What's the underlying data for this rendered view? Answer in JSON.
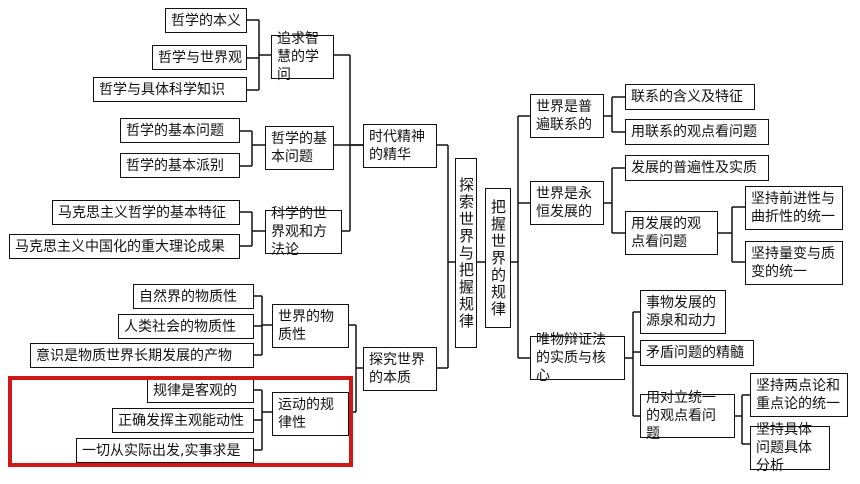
{
  "diagram": {
    "center_left": "探索世界与把握规律",
    "center_right": "把握世界的规律",
    "left_branches": [
      {
        "label": "时代精神的精华",
        "children": [
          {
            "label": "追求智慧的学问",
            "leaves": [
              "哲学的本义",
              "哲学与世界观",
              "哲学与具体科学知识"
            ]
          },
          {
            "label": "哲学的基本问题",
            "leaves": [
              "哲学的基本问题",
              "哲学的基本派别"
            ]
          },
          {
            "label": "科学的世界观和方法论",
            "leaves": [
              "马克思主义哲学的基本特征",
              "马克思主义中国化的重大理论成果"
            ]
          }
        ]
      },
      {
        "label": "探究世界的本质",
        "children": [
          {
            "label": "世界的物质性",
            "leaves": [
              "自然界的物质性",
              "人类社会的物质性",
              "意识是物质世界长期发展的产物"
            ]
          },
          {
            "label": "运动的规律性",
            "leaves": [
              "规律是客观的",
              "正确发挥主观能动性",
              "一切从实际出发,实事求是"
            ]
          }
        ]
      }
    ],
    "right_branches": [
      {
        "label": "世界是普遍联系的",
        "leaves": [
          "联系的含义及特征",
          "用联系的观点看问题"
        ]
      },
      {
        "label": "世界是永恒发展的",
        "leaves": [
          "发展的普遍性及实质",
          "用发展的观点看问题"
        ],
        "sub": [
          "坚持前进性与曲折性的统一",
          "坚持量变与质变的统一"
        ]
      },
      {
        "label": "唯物辩证法的实质与核心",
        "leaves": [
          "事物发展的源泉和动力",
          "矛盾问题的精髓",
          "用对立统一的观点看问题"
        ],
        "sub": [
          "坚持两点论和重点论的统一",
          "坚持具体问题具体分析"
        ]
      }
    ],
    "highlight_color": "#d01818"
  }
}
